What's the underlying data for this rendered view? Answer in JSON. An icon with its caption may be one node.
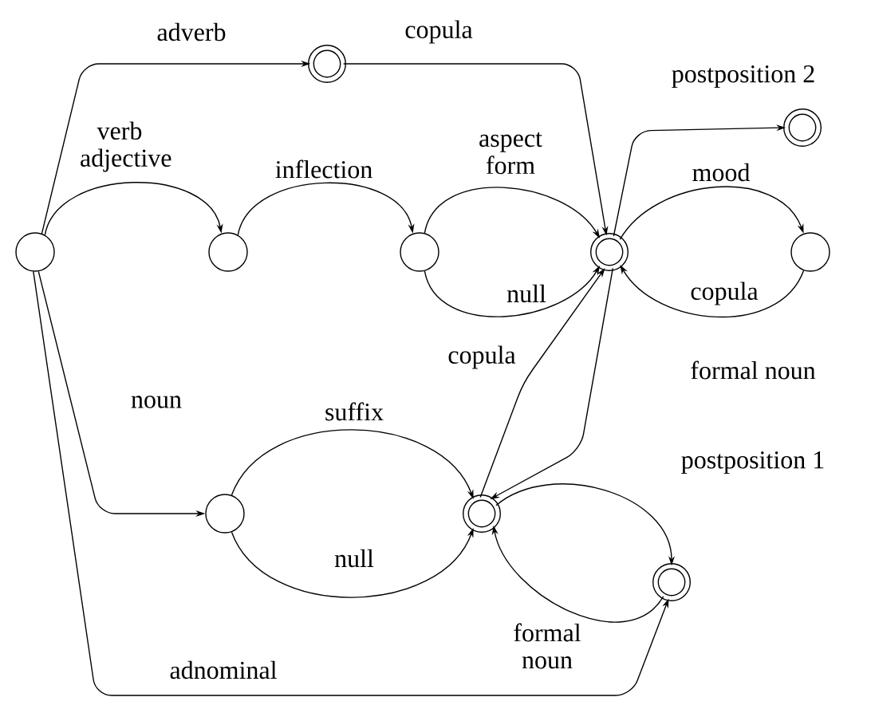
{
  "diagram": {
    "nodes": [
      {
        "text": [],
        "shape": "circle"
      },
      {
        "text": [],
        "shape": "circle"
      },
      {
        "text": [],
        "shape": "circle"
      },
      {
        "text": [],
        "shape": "ring"
      },
      {
        "text": [],
        "shape": "circle"
      },
      {
        "text": [],
        "shape": "ring"
      },
      {
        "text": [],
        "shape": "ring"
      },
      {
        "text": [],
        "shape": "circle"
      },
      {
        "text": [],
        "shape": "ring"
      },
      {
        "text": [],
        "shape": "ring"
      }
    ],
    "edges": [
      {
        "from": 0,
        "to": 5,
        "arrow": "to",
        "label": "adverb"
      },
      {
        "from": 5,
        "to": 3,
        "arrow": "to",
        "label": "copula"
      },
      {
        "from": 0,
        "to": 1,
        "arrow": "to",
        "label": "verb adjective"
      },
      {
        "from": 1,
        "to": 2,
        "arrow": "to",
        "label": "inflection"
      },
      {
        "from": 2,
        "to": 3,
        "arrow": "to",
        "label": "aspect form"
      },
      {
        "from": 2,
        "to": 3,
        "arrow": "to",
        "label": "null"
      },
      {
        "from": 3,
        "to": 6,
        "arrow": "to",
        "label": "postposition 2"
      },
      {
        "from": 3,
        "to": 4,
        "arrow": "to",
        "label": "mood"
      },
      {
        "from": 4,
        "to": 3,
        "arrow": "to",
        "label": "copula"
      },
      {
        "from": 0,
        "to": 7,
        "arrow": "to",
        "label": "noun"
      },
      {
        "from": 7,
        "to": 8,
        "arrow": "to",
        "label": "suffix"
      },
      {
        "from": 7,
        "to": 8,
        "arrow": "to",
        "label": "null"
      },
      {
        "from": 8,
        "to": 3,
        "arrow": "to",
        "label": "copula"
      },
      {
        "from": 3,
        "to": 8,
        "arrow": "to",
        "label": "formal noun"
      },
      {
        "from": 8,
        "to": 9,
        "arrow": "to",
        "label": "postposition 1"
      },
      {
        "from": 9,
        "to": 8,
        "arrow": "to",
        "label": "formal noun"
      },
      {
        "from": 0,
        "to": 9,
        "arrow": "to",
        "label": "adnominal"
      }
    ]
  }
}
